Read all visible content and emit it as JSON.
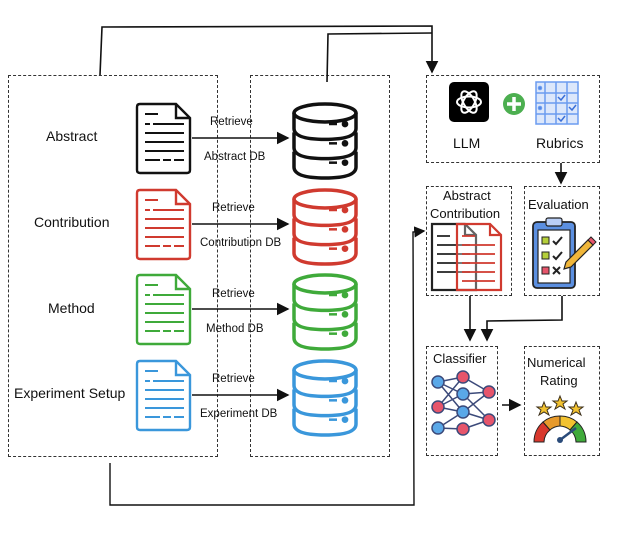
{
  "diagram": {
    "sections": [
      {
        "label": "Abstract",
        "db_label": "Abstract DB",
        "edge_label": "Retrieve",
        "color": "#111111"
      },
      {
        "label": "Contribution",
        "db_label": "Contribution DB",
        "edge_label": "Retrieve",
        "color": "#d03a2f"
      },
      {
        "label": "Method",
        "db_label": "Method DB",
        "edge_label": "Retrieve",
        "color": "#3faa3a"
      },
      {
        "label": "Experiment Setup",
        "db_label": "Experiment DB",
        "edge_label": "Retrieve",
        "color": "#3a97db"
      }
    ],
    "llm_box": {
      "llm_label": "LLM",
      "rubrics_label": "Rubrics",
      "plus_color": "#4caf50",
      "rubrics_color": "#6b9cf0"
    },
    "input_box": {
      "label_line1": "Abstract",
      "label_line2": "Contribution"
    },
    "evaluation_box": {
      "label": "Evaluation"
    },
    "classifier_box": {
      "label": "Classifier"
    },
    "rating_box": {
      "label_line1": "Numerical",
      "label_line2": "Rating"
    }
  }
}
